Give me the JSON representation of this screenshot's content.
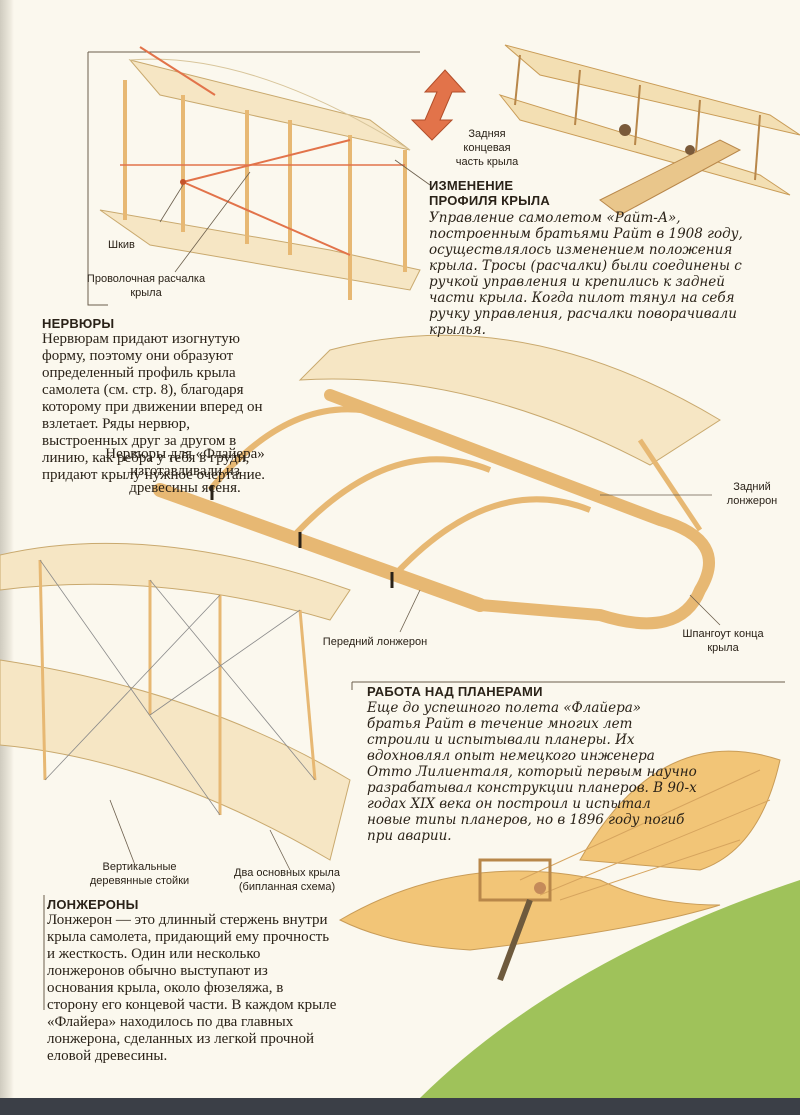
{
  "section_wing_warping": {
    "label_rear_tip": "Задняя концевая часть крыла",
    "label_pulley": "Шкив",
    "label_wire_brace": "Проволочная расчалка крыла",
    "heading_line1": "ИЗМЕНЕНИЕ",
    "heading_line2": "ПРОФИЛЯ КРЫЛА",
    "body": "Управление самолетом «Райт-А», построенным братьями Райт в 1908 году, осуществлялось изменением положения крыла. Тросы (расчалки) были соединены с ручкой управления и крепились к задней части крыла. Когда пилот тянул на себя ручку управления, расчалки поворачивали крылья."
  },
  "section_ribs": {
    "heading": "НЕРВЮРЫ",
    "body": "Нервюрам придают изогнутую форму, поэтому они образуют определенный профиль крыла самолета (см. стр. 8), благодаря которому при движении вперед он взлетает. Ряды нервюр, выстроенных друг за другом в линию, как ребра у тебя в груди, придают крылу нужное очертание.",
    "note": "Нервюры для «Флайера» изготавливали из древесины ясеня.",
    "label_rear_spar": "Задний лонжерон",
    "label_front_spar": "Передний лонжерон",
    "label_tip_frame": "Шпангоут конца крыла"
  },
  "section_biplane": {
    "label_struts": "Вертикальные деревянные стойки",
    "label_two_wings": "Два основных крыла (бипланная схема)"
  },
  "section_gliders": {
    "heading": "РАБОТА НАД ПЛАНЕРАМИ",
    "body": "Еще до успешного полета «Флайера» братья Райт в течение многих лет строили и испытывали планеры. Их вдохновлял опыт немецкого инженера Отто Лилиенталя, который первым научно разрабатывал конструкции планеров. В 90-х годах XIX века он построил и испытал новые типы планеров, но в 1896 году погиб при аварии."
  },
  "section_spars": {
    "heading": "ЛОНЖЕРОНЫ",
    "body": "Лонжерон — это длинный стержень внутри крыла самолета, придающий ему прочность и жесткость. Один или несколько лонжеронов обычно выступают из основания крыла, около фюзеляжа, в сторону его концевой части. В каждом крыле «Флайера» находилось по два главных лонжерона, сделанных из легкой прочной еловой древесины."
  },
  "colors": {
    "page": "#fbf8ee",
    "wing_cloth": "#f6e6c4",
    "wood": "#e7b873",
    "wire": "#e2734a",
    "grass": "#9fc25a"
  },
  "icons": [
    "double-arrow-icon"
  ]
}
